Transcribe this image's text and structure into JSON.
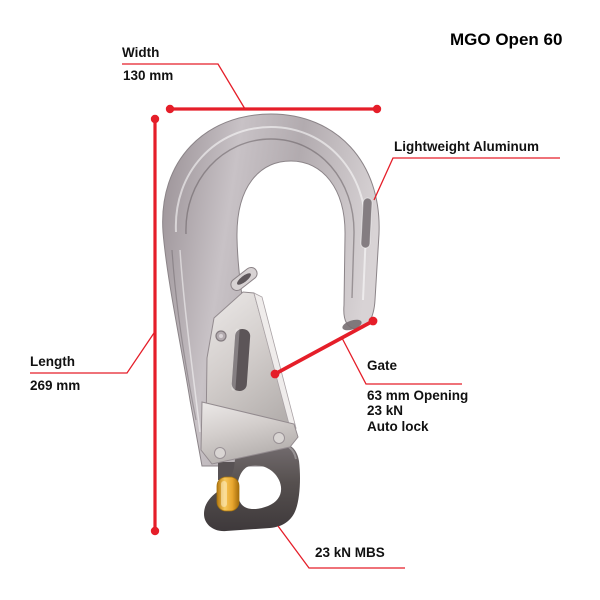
{
  "title": "MGO Open 60",
  "product": {
    "name": "MGO Open 60",
    "type": "auto-locking hook connector"
  },
  "colors": {
    "annotation_red": "#e51e29",
    "label_text": "#111111",
    "background": "#ffffff",
    "aluminum_body": "#b4adb1",
    "gate_steel": "#d8d4d2",
    "eye_charcoal": "#4e484b",
    "button_gold": "#e8a62e"
  },
  "annotations": {
    "width": {
      "label": "Width",
      "value": "130 mm"
    },
    "length": {
      "label": "Length",
      "value": "269 mm"
    },
    "material": {
      "label": "Lightweight Aluminum"
    },
    "gate": {
      "label": "Gate",
      "specs": [
        "63 mm Opening",
        "23 kN",
        "Auto lock"
      ]
    },
    "strength": {
      "label": "23 kN MBS"
    }
  }
}
